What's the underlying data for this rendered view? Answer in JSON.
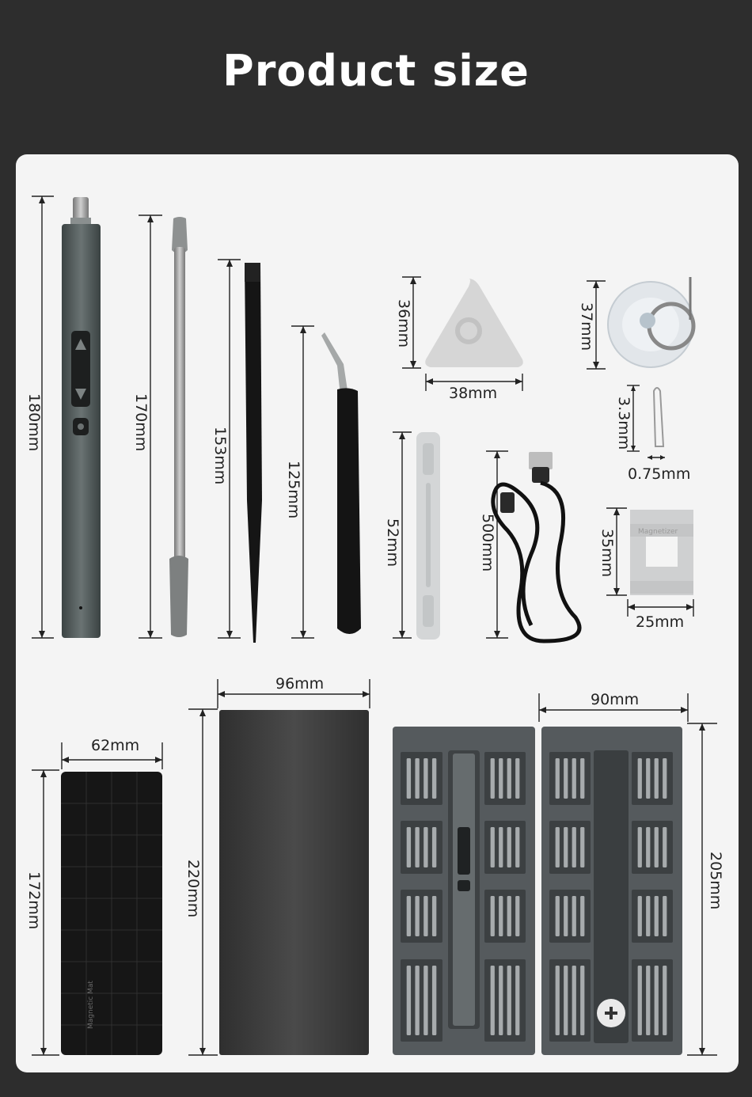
{
  "title": "Product size",
  "colors": {
    "background": "#2d2d2d",
    "panel": "#f4f4f4",
    "title_text": "#ffffff",
    "tool_gray": "#5a6060",
    "case_dark": "#3b3b3b"
  },
  "items": [
    {
      "name": "electric-screwdriver",
      "dimension": "180mm"
    },
    {
      "name": "metal-spudger",
      "dimension": "170mm"
    },
    {
      "name": "black-pry-tool",
      "dimension": "153mm"
    },
    {
      "name": "tweezers",
      "dimension": "125mm"
    },
    {
      "name": "triangle-pick-height",
      "dimension": "36mm"
    },
    {
      "name": "triangle-pick-width",
      "dimension": "38mm"
    },
    {
      "name": "suction-cup",
      "dimension": "37mm"
    },
    {
      "name": "sim-pin-length",
      "dimension": "3.3mm"
    },
    {
      "name": "sim-pin-width",
      "dimension": "0.75mm"
    },
    {
      "name": "plastic-pry-bar",
      "dimension": "52mm"
    },
    {
      "name": "usb-cable",
      "dimension": "500mm"
    },
    {
      "name": "magnetizer-height",
      "dimension": "35mm"
    },
    {
      "name": "magnetizer-width",
      "dimension": "25mm"
    },
    {
      "name": "magnetic-mat-width",
      "dimension": "62mm"
    },
    {
      "name": "magnetic-mat-height",
      "dimension": "172mm"
    },
    {
      "name": "outer-box-width",
      "dimension": "96mm"
    },
    {
      "name": "outer-box-height",
      "dimension": "220mm"
    },
    {
      "name": "bit-case-width",
      "dimension": "90mm"
    },
    {
      "name": "bit-case-height",
      "dimension": "205mm"
    }
  ],
  "mat_label": "Magnetic Mat",
  "magnetizer_label": "Magnetizer"
}
